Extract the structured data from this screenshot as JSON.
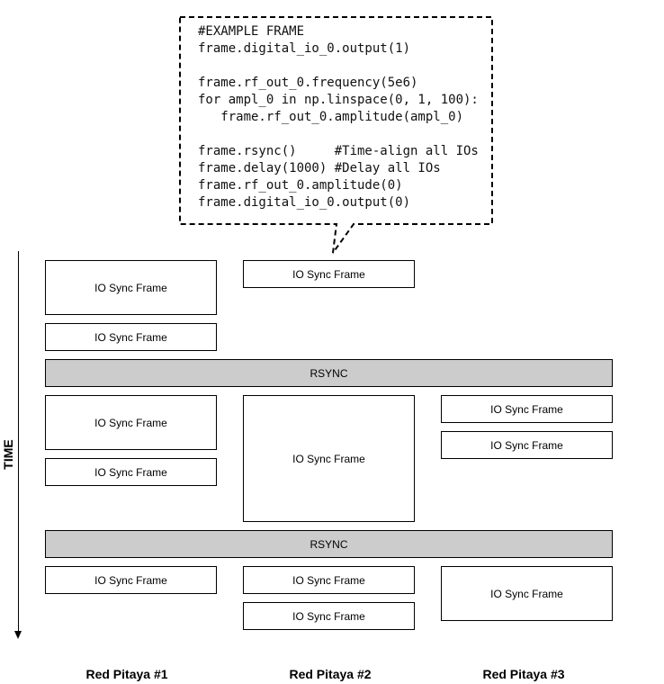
{
  "code_lines": [
    "#EXAMPLE FRAME",
    "frame.digital_io_0.output(1)",
    "",
    "frame.rf_out_0.frequency(5e6)",
    "for ampl_0 in np.linspace(0, 1, 100):",
    "   frame.rf_out_0.amplitude(ampl_0)",
    "",
    "frame.rsync()     #Time-align all IOs",
    "frame.delay(1000) #Delay all IOs",
    "frame.rf_out_0.amplitude(0)",
    "frame.digital_io_0.output(0)"
  ],
  "time_label": "TIME",
  "frame_label": "IO Sync Frame",
  "rsync_label": "RSYNC",
  "columns": [
    "Red Pitaya #1",
    "Red Pitaya #2",
    "Red Pitaya #3"
  ]
}
